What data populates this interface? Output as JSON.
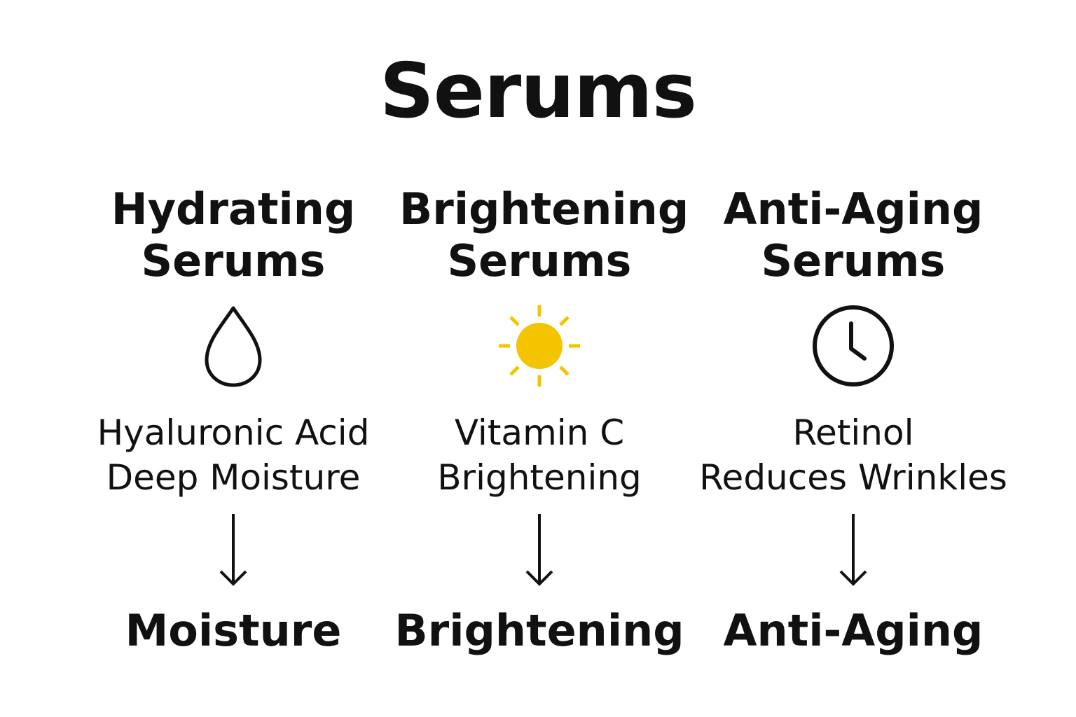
{
  "title": "Serums",
  "columns": [
    {
      "heading_line1": "Hydrating",
      "heading_line2": "Serums",
      "icon": "water-drop-icon",
      "desc_line1": "Hyaluronic Acid",
      "desc_line2": "Deep Moisture",
      "result": "Moisture"
    },
    {
      "heading_line1": "Brightening",
      "heading_line2": "Serums",
      "icon": "sun-icon",
      "desc_line1": "Vitamin C",
      "desc_line2": "Brightening",
      "result": "Brightening"
    },
    {
      "heading_line1": "Anti-Aging",
      "heading_line2": "Serums",
      "icon": "clock-icon",
      "desc_line1": "Retinol",
      "desc_line2": "Reduces Wrinkles",
      "result": "Anti-Aging"
    }
  ],
  "colors": {
    "text": "#111111",
    "sun": "#f5c400",
    "background": "#ffffff"
  }
}
